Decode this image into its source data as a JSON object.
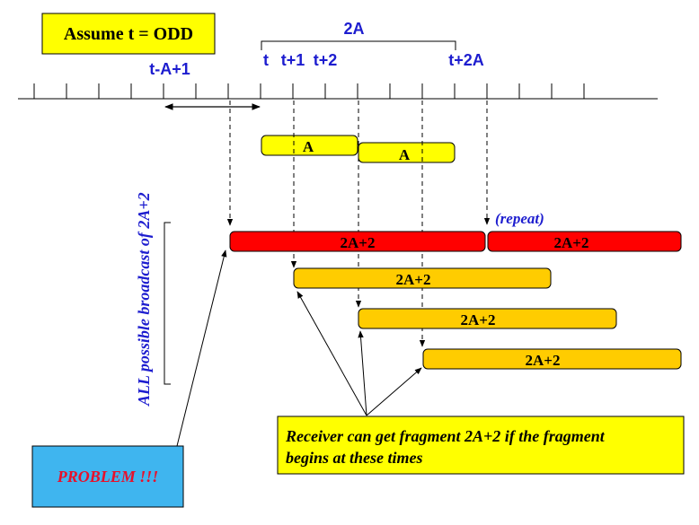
{
  "assumption": "Assume t = ODD",
  "span_label": "2A",
  "time_labels": {
    "t_minus_a_plus_1": "t-A+1",
    "t": "t",
    "t_plus_1": "t+1",
    "t_plus_2": "t+2",
    "t_plus_2a": "t+2A"
  },
  "window_fragments": [
    "A",
    "A"
  ],
  "vertical_label": "ALL possible broadcast of 2A+2",
  "repeat_label": "(repeat)",
  "broadcasts": [
    "2A+2",
    "2A+2",
    "2A+2",
    "2A+2",
    "2A+2"
  ],
  "receiver_note": {
    "line1": "Receiver can get fragment 2A+2 if the fragment",
    "line2": "begins at these times"
  },
  "problem_label": "PROBLEM !!!",
  "colors": {
    "label_blue": "#1d1dcf",
    "box_yellow": "#ffff00",
    "bar_red": "#ff0000",
    "bar_orange": "#ffcc00",
    "problem_box": "#3fb5ef",
    "problem_text": "#e8102a"
  }
}
